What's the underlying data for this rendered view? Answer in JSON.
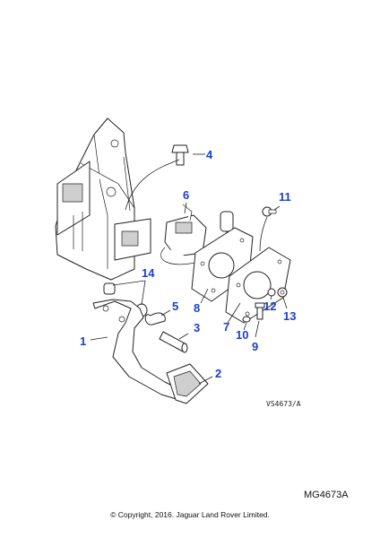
{
  "callouts": [
    "1",
    "2",
    "3",
    "4",
    "5",
    "6",
    "7",
    "8",
    "9",
    "10",
    "11",
    "12",
    "13",
    "14"
  ],
  "diagram_reference": "VS4673/A",
  "illustration_code": "MG4673A",
  "copyright": "© Copyright, 2016. Jaguar Land Rover Limited.",
  "callout_color": "#1a3fd0"
}
